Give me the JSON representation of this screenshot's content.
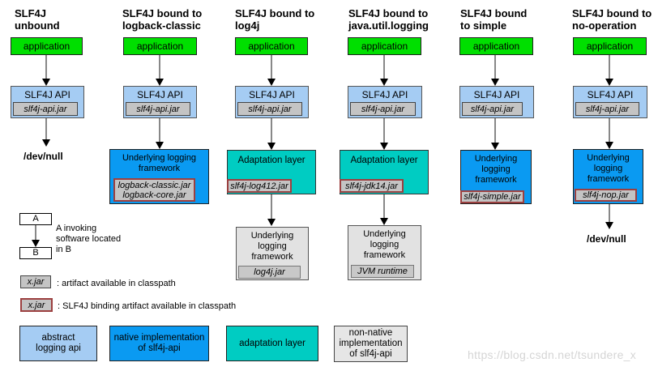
{
  "colors": {
    "application_green": "#00DF00",
    "abstract_logging_api_blue": "#A5CCF3",
    "native_implementation_blue": "#0A9AF2",
    "adaptation_layer_teal": "#00CCC2",
    "non_native_gray": "#E6E6E6",
    "jar_fill_gray": "#C4C4C4",
    "binding_border_red": "#9C4040"
  },
  "columns": [
    {
      "title": "SLF4J\nunbound",
      "app_label": "application",
      "api_label": "SLF4J API",
      "api_jar": "slf4j-api.jar",
      "sink": "/dev/null"
    },
    {
      "title": "SLF4J bound to\nlogback-classic",
      "app_label": "application",
      "api_label": "SLF4J API",
      "api_jar": "slf4j-api.jar",
      "framework_label": "Underlying logging\nframework",
      "framework_jar": "logback-classic.jar\nlogback-core.jar"
    },
    {
      "title": "SLF4J bound to\nlog4j",
      "app_label": "application",
      "api_label": "SLF4J API",
      "api_jar": "slf4j-api.jar",
      "adaptation_label": "Adaptation layer",
      "adaptation_jar": "slf4j-log412.jar",
      "framework_label": "Underlying\nlogging\nframework",
      "framework_jar": "log4j.jar"
    },
    {
      "title": "SLF4J bound to\njava.util.logging",
      "app_label": "application",
      "api_label": "SLF4J API",
      "api_jar": "slf4j-api.jar",
      "adaptation_label": "Adaptation layer",
      "adaptation_jar": "slf4j-jdk14.jar",
      "framework_label": "Underlying\nlogging\nframework",
      "framework_jar": "JVM runtime"
    },
    {
      "title": "SLF4J bound\nto simple",
      "app_label": "application",
      "api_label": "SLF4J API",
      "api_jar": "slf4j-api.jar",
      "framework_label": "Underlying\nlogging\nframework",
      "framework_jar": "slf4j-simple.jar"
    },
    {
      "title": "SLF4J bound to\nno-operation",
      "app_label": "application",
      "api_label": "SLF4J API",
      "api_jar": "slf4j-api.jar",
      "framework_label": "Underlying\nlogging\nframework",
      "framework_jar": "slf4j-nop.jar",
      "sink": "/dev/null"
    }
  ],
  "legend": {
    "node_a": "A",
    "node_b": "B",
    "invocation_caption": "A invoking\nsoftware located\nin B",
    "artifact_jar": "x.jar",
    "artifact_caption": ": artifact available in classpath",
    "binding_jar": "x.jar",
    "binding_caption": ": SLF4J binding artifact available in classpath"
  },
  "color_legend": [
    {
      "label": "abstract\nlogging api",
      "color": "#A5CCF3"
    },
    {
      "label": "native implementation\nof slf4j-api",
      "color": "#0A9AF2"
    },
    {
      "label": "adaptation layer",
      "color": "#00CCC2"
    },
    {
      "label": "non-native\nimplementation\nof slf4j-api",
      "color": "#E6E6E6"
    }
  ],
  "watermark": "https://blog.csdn.net/tsundere_x"
}
